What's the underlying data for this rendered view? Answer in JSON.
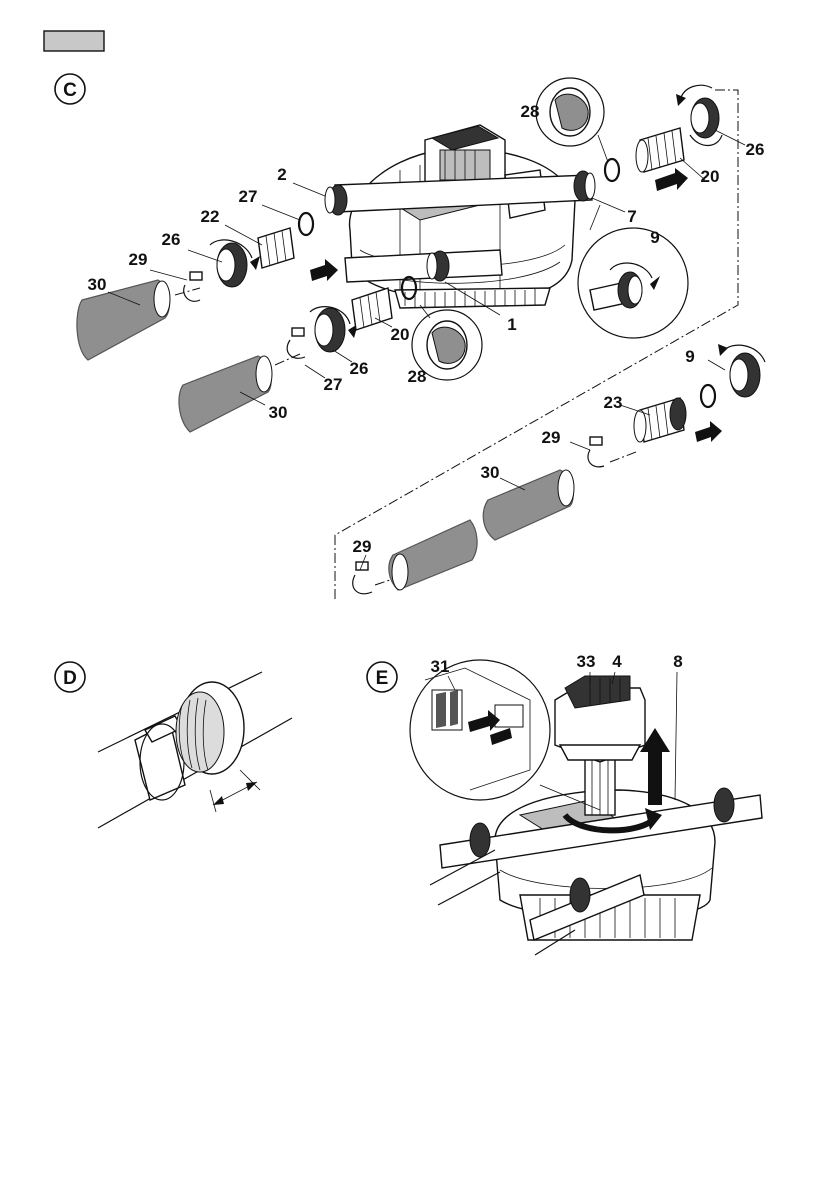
{
  "header_tab": "",
  "sections": {
    "c": "C",
    "d": "D",
    "e": "E"
  },
  "callouts": {
    "c_28_top": "28",
    "c_26_top": "26",
    "c_20_top": "20",
    "c_2": "2",
    "c_27_left": "27",
    "c_22": "22",
    "c_26_left": "26",
    "c_29_left": "29",
    "c_30_left": "30",
    "c_7": "7",
    "c_9_mid": "9",
    "c_1": "1",
    "c_20_mid": "20",
    "c_26_mid": "26",
    "c_27_mid": "27",
    "c_28_bottom": "28",
    "c_30_mid": "30",
    "c_9_right": "9",
    "c_23": "23",
    "c_29_mid": "29",
    "c_30_right": "30",
    "c_29_bottom": "29",
    "e_31": "31",
    "e_33": "33",
    "e_4": "4",
    "e_8": "8"
  },
  "colors": {
    "hose": "#8f8f8f",
    "line": "#111111",
    "tab": "#c8c8c8"
  }
}
